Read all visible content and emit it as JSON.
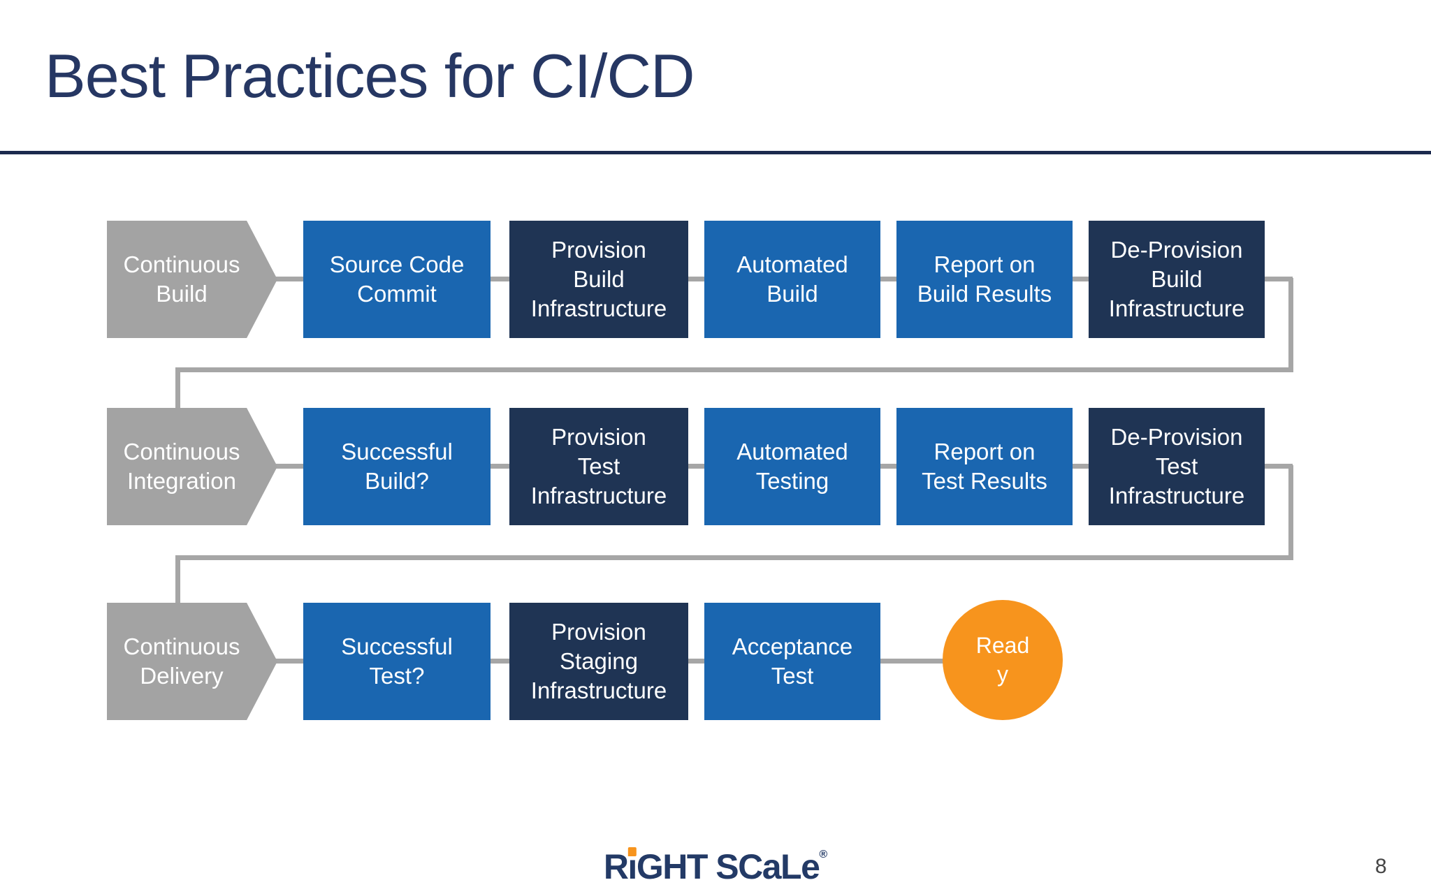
{
  "slide": {
    "title": "Best Practices for CI/CD",
    "page_number": "8"
  },
  "colors": {
    "title_navy": "#263763",
    "divider_navy": "#1b2a4e",
    "step_blue": "#1a66b0",
    "step_dark_navy": "#1f3454",
    "stage_gray": "#a3a3a3",
    "connector_gray": "#a6a6a6",
    "terminal_orange": "#f7941d",
    "text_white": "#ffffff"
  },
  "diagram": {
    "rows": [
      {
        "stage": {
          "label": "Continuous Build",
          "lines": [
            "Continuous",
            "Build"
          ]
        },
        "steps": [
          {
            "label": "Source Code Commit",
            "lines": [
              "Source Code",
              "Commit"
            ],
            "variant": "blue"
          },
          {
            "label": "Provision Build Infrastructure",
            "lines": [
              "Provision",
              "Build",
              "Infrastructure"
            ],
            "variant": "navy"
          },
          {
            "label": "Automated Build",
            "lines": [
              "Automated",
              "Build"
            ],
            "variant": "blue"
          },
          {
            "label": "Report on Build Results",
            "lines": [
              "Report on",
              "Build Results"
            ],
            "variant": "blue"
          },
          {
            "label": "De-Provision Build Infrastructure",
            "lines": [
              "De-Provision",
              "Build",
              "Infrastructure"
            ],
            "variant": "navy"
          }
        ]
      },
      {
        "stage": {
          "label": "Continuous Integration",
          "lines": [
            "Continuous",
            "Integration"
          ]
        },
        "steps": [
          {
            "label": "Successful Build?",
            "lines": [
              "Successful",
              "Build?"
            ],
            "variant": "blue"
          },
          {
            "label": "Provision Test Infrastructure",
            "lines": [
              "Provision",
              "Test",
              "Infrastructure"
            ],
            "variant": "navy"
          },
          {
            "label": "Automated Testing",
            "lines": [
              "Automated",
              "Testing"
            ],
            "variant": "blue"
          },
          {
            "label": "Report on Test Results",
            "lines": [
              "Report on",
              "Test Results"
            ],
            "variant": "blue"
          },
          {
            "label": "De-Provision Test Infrastructure",
            "lines": [
              "De-Provision",
              "Test",
              "Infrastructure"
            ],
            "variant": "navy"
          }
        ]
      },
      {
        "stage": {
          "label": "Continuous Delivery",
          "lines": [
            "Continuous",
            "Delivery"
          ]
        },
        "steps": [
          {
            "label": "Successful Test?",
            "lines": [
              "Successful",
              "Test?"
            ],
            "variant": "blue"
          },
          {
            "label": "Provision Staging Infrastructure",
            "lines": [
              "Provision",
              "Staging",
              "Infrastructure"
            ],
            "variant": "navy"
          },
          {
            "label": "Acceptance Test",
            "lines": [
              "Acceptance",
              "Test"
            ],
            "variant": "blue"
          }
        ],
        "terminal": {
          "label": "Ready",
          "lines": [
            "Read",
            "y"
          ]
        }
      }
    ]
  },
  "footer": {
    "logo": {
      "name": "RightScale",
      "p1": "R",
      "p2": "ı",
      "p3": "GHT SCaLe",
      "reg": "®"
    },
    "page_number": "8"
  }
}
